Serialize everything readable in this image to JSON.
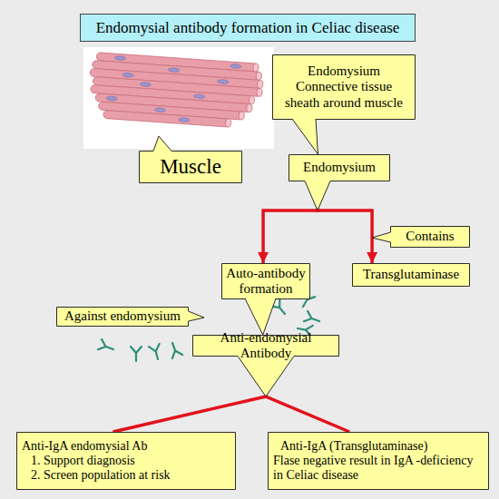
{
  "diagram": {
    "title": "Endomysial antibody formation in Celiac disease",
    "nodes": [
      {
        "text": [
          "Endomysium Connective tissue sheath around muscle"
        ]
      },
      {
        "text": [
          "Muscle"
        ]
      },
      {
        "text": [
          "Endomysium"
        ]
      },
      {
        "text": [
          "Contains"
        ]
      },
      {
        "text": [
          "Auto-antibody formation"
        ]
      },
      {
        "text": [
          "Transglutaminase"
        ]
      },
      {
        "text": [
          "Against endomysium"
        ]
      },
      {
        "text": [
          "Anti-endomysial Antibody"
        ]
      },
      {
        "text": [
          "Anti-IgA endomysial Ab",
          "1. Support diagnosis",
          "2. Screen population at risk"
        ]
      },
      {
        "text": [
          "Anti-IgA (Transglutaminase)",
          "Flase negative result in IgA -deficiency in Celiac disease"
        ]
      }
    ],
    "edges": [
      {
        "from": 0,
        "to": 2,
        "arrow": "to"
      },
      {
        "from": 2,
        "to": 4,
        "arrow": "to"
      },
      {
        "from": 2,
        "to": 5,
        "arrow": "to"
      },
      {
        "from": 4,
        "to": 7,
        "arrow": "to"
      },
      {
        "from": 7,
        "to": 8,
        "arrow": "none"
      },
      {
        "from": 7,
        "to": 9,
        "arrow": "none"
      }
    ]
  }
}
